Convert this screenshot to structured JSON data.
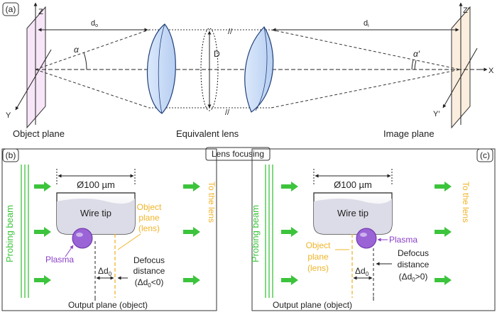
{
  "panel_a": {
    "tag": "(a)",
    "axes": {
      "z": "Z",
      "y": "Y",
      "x": "X",
      "z_prime": "Z′",
      "y_prime": "Y′"
    },
    "labels": {
      "d_o": "d",
      "d_o_sub": "o",
      "d_i": "d",
      "d_i_sub": "i",
      "alpha": "α",
      "alpha_prime": "α′",
      "D": "D",
      "object_plane": "Object plane",
      "equivalent_lens": "Equivalent lens",
      "image_plane": "Image plane"
    },
    "colors": {
      "object_plane": "#f7e6f7",
      "image_plane": "#fbeede",
      "lens_fill": "#c6daf5",
      "lens_stroke": "#1f3f7a"
    }
  },
  "center_label": "Lens focusing",
  "panel_b": {
    "tag": "(b)",
    "probing_beam": "Probing beam",
    "diameter": "Ø100 µm",
    "wire_tip": "Wire tip",
    "plasma": "Plasma",
    "object_plane_lines": [
      "Object",
      "plane",
      "(lens)"
    ],
    "to_the_lens": "To the lens",
    "defocus_lines": [
      "Defocus",
      "distance"
    ],
    "defocus_condition": "(Δd",
    "defocus_condition_sub": "0",
    "defocus_condition_end": "<0)",
    "delta": "Δd",
    "delta_sub": "0",
    "output_plane": "Output plane (object)"
  },
  "panel_c": {
    "tag": "(c)",
    "probing_beam": "Probing beam",
    "diameter": "Ø100 µm",
    "wire_tip": "Wire tip",
    "plasma": "Plasma",
    "object_plane_lines": [
      "Object",
      "plane",
      "(lens)"
    ],
    "to_the_lens": "To the lens",
    "defocus_lines": [
      "Defocus",
      "distance"
    ],
    "defocus_condition": "(Δd",
    "defocus_condition_sub": "0",
    "defocus_condition_end": ">0)",
    "delta": "Δd",
    "delta_sub": "0",
    "output_plane": "Output plane (object)"
  },
  "colors": {
    "green": "#3cc43c",
    "yellow": "#f0b429",
    "purple": "#8b3fc8",
    "plasma_fill": "#9a63d6"
  }
}
